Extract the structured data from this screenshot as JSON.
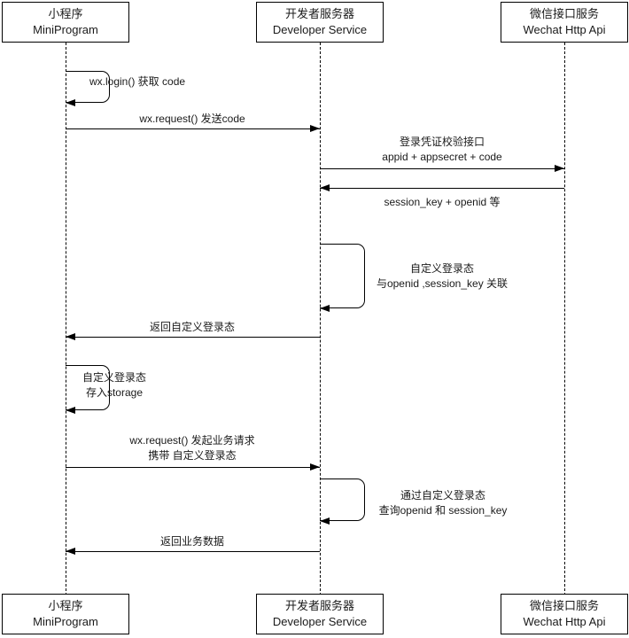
{
  "diagram": {
    "title": "WeChat MiniProgram Login Sequence",
    "type": "sequence-diagram",
    "background_color": "#ffffff",
    "line_color": "#000000",
    "text_color": "#1a1a1a"
  },
  "participants": [
    {
      "id": "miniprogram",
      "line_cn": "小程序",
      "line_en": "MiniProgram"
    },
    {
      "id": "developer-service",
      "line_cn": "开发者服务器",
      "line_en": "Developer Service"
    },
    {
      "id": "wechat-http-api",
      "line_cn": "微信接口服务",
      "line_en": "Wechat Http Api"
    }
  ],
  "messages": [
    {
      "id": "wx-login",
      "kind": "self",
      "actor": "miniprogram",
      "label_1": "wx.login() 获取 code",
      "label_2": ""
    },
    {
      "id": "wx-request-code",
      "kind": "call",
      "from": "miniprogram",
      "to": "developer-service",
      "direction": "right",
      "label_1": "wx.request() 发送code",
      "label_2": ""
    },
    {
      "id": "code2session",
      "kind": "call",
      "from": "developer-service",
      "to": "wechat-http-api",
      "direction": "right",
      "label_1": "登录凭证校验接口",
      "label_2": "appid + appsecret + code"
    },
    {
      "id": "session-return",
      "kind": "return",
      "from": "wechat-http-api",
      "to": "developer-service",
      "direction": "left",
      "label_1": "session_key + openid 等",
      "label_2": ""
    },
    {
      "id": "custom-login-state",
      "kind": "self",
      "actor": "developer-service",
      "label_1": "自定义登录态",
      "label_2": "与openid ,session_key 关联"
    },
    {
      "id": "return-custom-login-state",
      "kind": "return",
      "from": "developer-service",
      "to": "miniprogram",
      "direction": "left",
      "label_1": "返回自定义登录态",
      "label_2": ""
    },
    {
      "id": "store-login-state",
      "kind": "self",
      "actor": "miniprogram",
      "label_1": "自定义登录态",
      "label_2": "存入storage"
    },
    {
      "id": "wx-request-business",
      "kind": "call",
      "from": "miniprogram",
      "to": "developer-service",
      "direction": "right",
      "label_1": "wx.request() 发起业务请求",
      "label_2": "携带 自定义登录态"
    },
    {
      "id": "query-openid",
      "kind": "self",
      "actor": "developer-service",
      "label_1": "通过自定义登录态",
      "label_2": "查询openid 和 session_key"
    },
    {
      "id": "return-business-data",
      "kind": "return",
      "from": "developer-service",
      "to": "miniprogram",
      "direction": "left",
      "label_1": "返回业务数据",
      "label_2": ""
    }
  ]
}
